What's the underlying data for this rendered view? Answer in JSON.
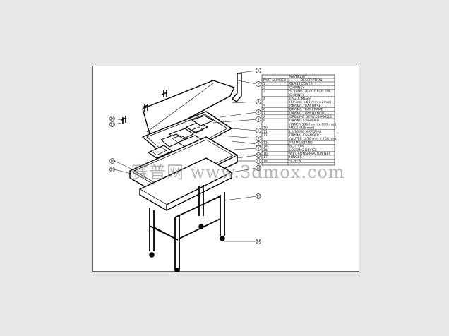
{
  "parts_list": {
    "title": "PARTS LIST",
    "col_part": "PART NUMBER",
    "col_desc": "DESCRIPTION",
    "rows": [
      {
        "no": "1",
        "desc": [
          "GLASS COVER"
        ]
      },
      {
        "no": "2",
        "desc": [
          "CHIMNEY"
        ]
      },
      {
        "no": "3",
        "desc": [
          "SLIDING DEVICE FOR THE",
          "CHIMNEY"
        ]
      },
      {
        "no": "4",
        "desc": [
          "EAGLE MESH",
          "(60 mm x 60 mm x 2mm)"
        ]
      },
      {
        "no": "5",
        "desc": [
          "DRYING TRAY MESH"
        ]
      },
      {
        "no": "6",
        "desc": [
          "DRYING TRAY FRAME"
        ]
      },
      {
        "no": "7",
        "desc": [
          "DRYING TRAY HANDLE"
        ]
      },
      {
        "no": "8",
        "desc": [
          "OPENING DEVICE/HANDLE"
        ]
      },
      {
        "no": "9",
        "desc": [
          "DRYING CHAMBER",
          "(INNER 1360 mm x 600 mm)"
        ]
      },
      {
        "no": "10",
        "desc": [
          "HOLE (4/5 mm)"
        ]
      },
      {
        "no": "11",
        "desc": [
          "LAGGING MATERIAL"
        ]
      },
      {
        "no": "12",
        "desc": [
          "DRYING CHAMBER",
          "(OUTER 1470 mm x 700 mm)"
        ]
      },
      {
        "no": "13",
        "desc": [
          "FRAME/STAND"
        ]
      },
      {
        "no": "14",
        "desc": [
          "BOTTOM"
        ]
      },
      {
        "no": "15",
        "desc": [
          "LOCKING DEVICE"
        ]
      },
      {
        "no": "16",
        "desc": [
          "WET CONSERVATION NET"
        ]
      },
      {
        "no": "17",
        "desc": [
          "HINGES"
        ]
      },
      {
        "no": "18",
        "desc": [
          "SCREW"
        ]
      }
    ]
  },
  "callouts_right": [
    "1",
    "2",
    "3",
    "4",
    "5",
    "6",
    "7",
    "8",
    "9",
    "10",
    "11",
    "12",
    "13",
    "14",
    "15"
  ],
  "callouts_left": [
    "16",
    "17",
    "18",
    "19"
  ],
  "watermark": "赛普网 www.3dmox.com"
}
